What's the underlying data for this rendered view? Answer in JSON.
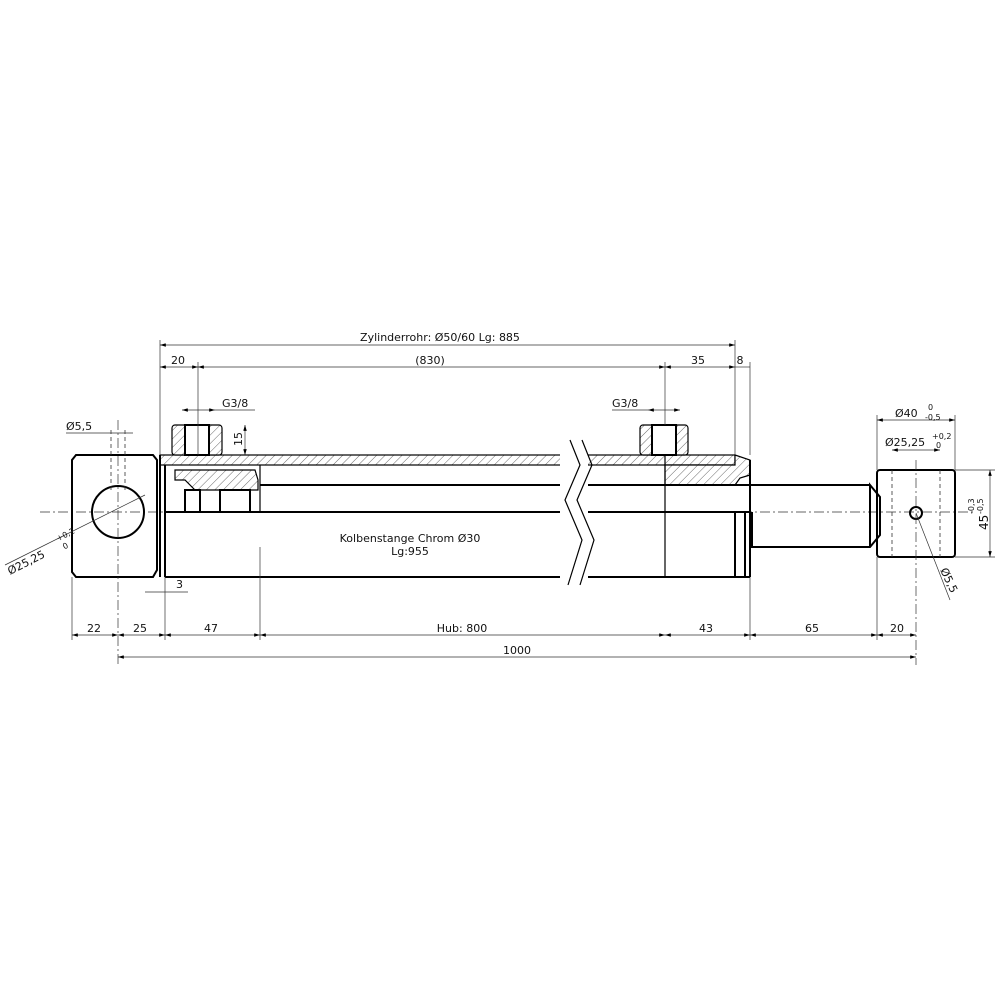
{
  "drawing": {
    "tube_label": "Zylinderrohr: Ø50/60 Lg: 885",
    "rod_label": "Kolbenstange Chrom Ø30",
    "rod_length": "Lg:955",
    "top_dims": {
      "d20": "20",
      "d830": "(830)",
      "d35": "35",
      "d8": "8"
    },
    "ports": {
      "left": "G3/8",
      "right": "G3/8",
      "height": "15"
    },
    "left_eye": {
      "pin_hole": "Ø5,5",
      "bore": "Ø25,25",
      "bore_tol_upper": "+0,2",
      "bore_tol_lower": "0"
    },
    "right_eye": {
      "outer": "Ø40",
      "outer_tol_upper": "0",
      "outer_tol_lower": "-0,5",
      "bore": "Ø25,25",
      "bore_tol_upper": "+0,2",
      "bore_tol_lower": "0",
      "width": "45",
      "width_tol_upper": "-0,3",
      "width_tol_lower": "-0,5",
      "pin_hole": "Ø5,5"
    },
    "gap": "3",
    "bottom_dims": {
      "d22": "22",
      "d25": "25",
      "d47": "47",
      "stroke": "Hub: 800",
      "d43": "43",
      "d65": "65",
      "d20": "20"
    },
    "total": "1000"
  }
}
